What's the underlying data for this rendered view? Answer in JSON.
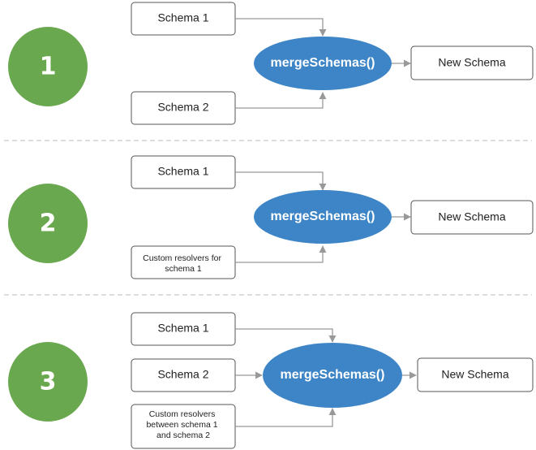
{
  "diagram": {
    "scenarios": [
      {
        "step": "1",
        "inputs": [
          "Schema 1",
          "Schema 2"
        ],
        "function": "mergeSchemas()",
        "output": "New Schema"
      },
      {
        "step": "2",
        "inputs": [
          "Schema 1",
          "Custom resolvers for schema 1"
        ],
        "function": "mergeSchemas()",
        "output": "New Schema"
      },
      {
        "step": "3",
        "inputs": [
          "Schema 1",
          "Schema 2",
          "Custom resolvers between schema 1 and schema 2"
        ],
        "function": "mergeSchemas()",
        "output": "New Schema"
      }
    ]
  },
  "colors": {
    "step_circle": "#6aa84f",
    "function_ellipse": "#3d85c6",
    "connector": "#999999"
  }
}
